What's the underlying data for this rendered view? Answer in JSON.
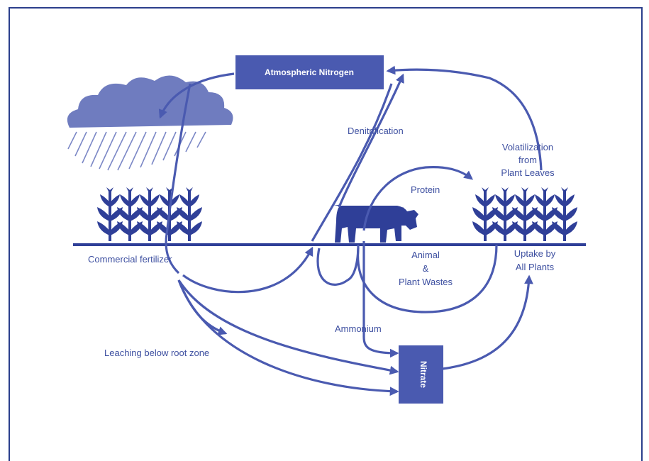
{
  "colors": {
    "primary": "#4a5ab0",
    "dark": "#2f3f98",
    "cloud": "#6f7cbf",
    "text": "#3d4fa0",
    "frame": "#2b3f8c"
  },
  "boxes": {
    "atmospheric": "Atmospheric Nitrogen",
    "nitrate": "Nitrate"
  },
  "labels": {
    "denitrification": "Denitrification",
    "volatilization": [
      "Volatilization",
      "from",
      "Plant Leaves"
    ],
    "protein": "Protein",
    "commercial_fertilizer": "Commercial  fertilizer",
    "animal_wastes": [
      "Animal",
      "&",
      "Plant Wastes"
    ],
    "uptake": [
      "Uptake by",
      "All Plants"
    ],
    "ammonium": "Ammonium",
    "leaching": "Leaching below root zone"
  },
  "icons": [
    "cloud-icon",
    "rain-icon",
    "corn-plant-icon",
    "cow-icon"
  ]
}
